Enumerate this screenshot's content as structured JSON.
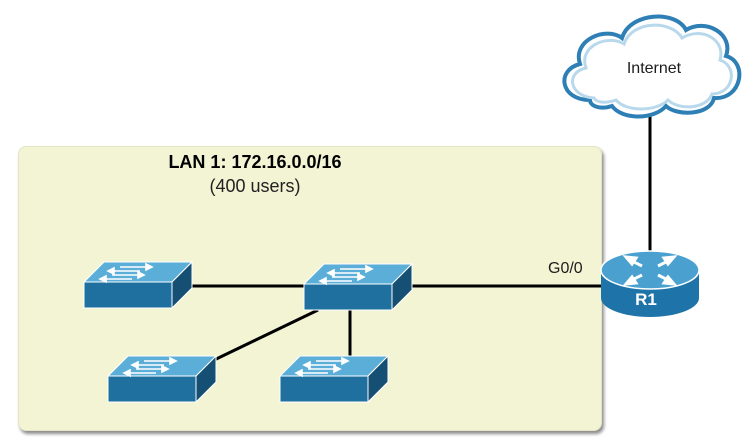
{
  "lan": {
    "title": "LAN 1:  172.16.0.0/16",
    "subtitle": "(400 users)"
  },
  "cloud": {
    "label": "Internet"
  },
  "router": {
    "label": "R1",
    "interface": "G0/0"
  },
  "colors": {
    "lan_background": "#f2f4d3",
    "device_blue": "#1e74a8",
    "device_top": "#4aa0cf",
    "cloud_stroke": "#2d7fb5",
    "link": "#000000"
  },
  "icons": [
    "cloud-icon",
    "router-icon",
    "switch-icon"
  ]
}
